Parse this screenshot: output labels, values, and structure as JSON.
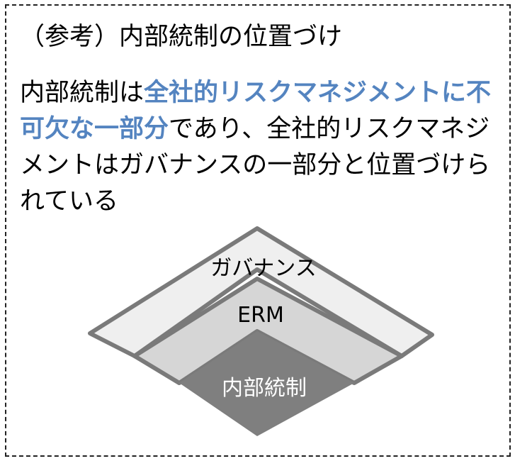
{
  "title": "（参考）内部統制の位置づけ",
  "body": {
    "part1": "内部統制は",
    "highlight": "全社的リスクマネジメントに不可欠な一部分",
    "part2": "であり、全社的リスクマネジメントはガバナンスの一部分と位置づけられている"
  },
  "diagram": {
    "layers": [
      {
        "label": "ガバナンス",
        "fill": "#efefef"
      },
      {
        "label": "ERM",
        "fill": "#d6d6d6"
      },
      {
        "label": "内部統制",
        "fill": "#7f7f7f"
      }
    ],
    "stroke": "#7a7a7a",
    "highlight_color": "#5484c0"
  }
}
